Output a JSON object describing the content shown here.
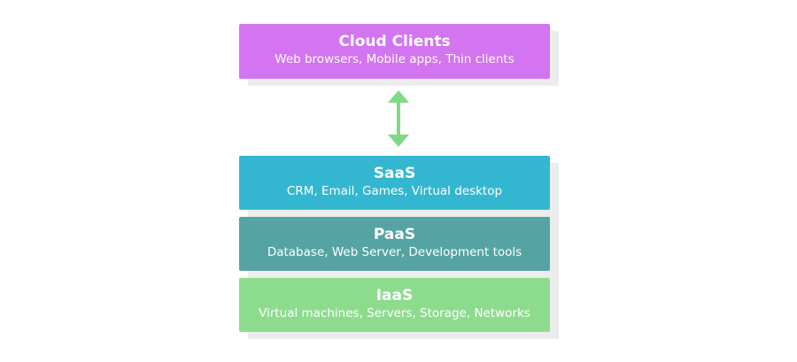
{
  "colors": {
    "clients": "#d374f0",
    "saas": "#33b7d1",
    "paas": "#56a3a3",
    "iaas": "#8ddc8d",
    "arrow": "#82d985",
    "shadow": "#ececec"
  },
  "clients": {
    "title": "Cloud Clients",
    "subtitle": "Web browsers, Mobile apps, Thin clients"
  },
  "saas": {
    "title": "SaaS",
    "subtitle": "CRM, Email, Games, Virtual desktop"
  },
  "paas": {
    "title": "PaaS",
    "subtitle": "Database, Web Server, Development tools"
  },
  "iaas": {
    "title": "IaaS",
    "subtitle": "Virtual machines, Servers, Storage, Networks"
  },
  "connector": {
    "icon": "double-headed-vertical-arrow"
  }
}
